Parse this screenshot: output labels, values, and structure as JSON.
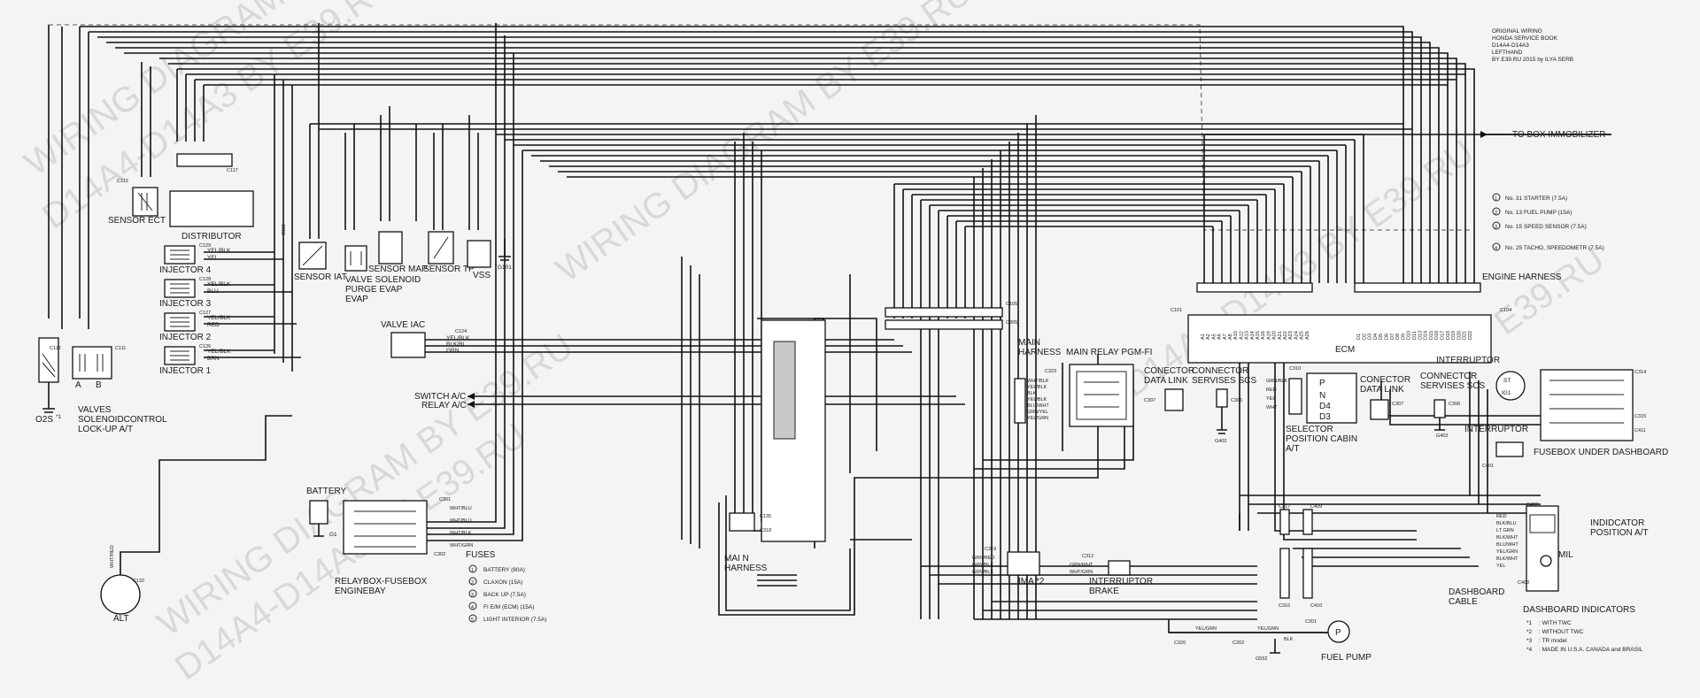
{
  "header": {
    "lines": [
      "ORIGINAL WIRING",
      "HONDA SERVICE BOOK",
      "D14A4-D14A3",
      "LEFTHAND",
      "BY E39.RU 2015 by ILYA SERB"
    ]
  },
  "watermarks": [
    "WIRING DIAGRAM BY E39.RU",
    "D14A4-D14A3 BY E39.RU",
    "WIRING DIAGRAM BY E39.RU",
    "D14A4-D14A3 BY E39.RU",
    "WIRING DIAGRAM BY E39.RU",
    "D14A4-D14A3 BY E39.RU",
    "E39.RU"
  ],
  "components": {
    "sensor_ect": "SENSOR ECT",
    "c113": "C113",
    "distributor": "DISTRIBUTOR",
    "c117": "C117",
    "injector4": "INJECTOR 4",
    "c129": "C129",
    "injector3": "INJECTOR 3",
    "c128": "C128",
    "injector2": "INJECTOR 2",
    "c127": "C127",
    "injector1": "INJECTOR 1",
    "c126": "C126",
    "c112": "C112",
    "c111": "C111",
    "o2s": "O2S",
    "o2s_note": "*1",
    "valves_1": "VALVES",
    "valves_2": "SOLENOIDCONTROL",
    "valves_3": "LOCK-UP A/T",
    "valve_a": "A",
    "valve_b": "B",
    "c110": "C110",
    "sensor_iat": "SENSOR IAT",
    "c125": "C125",
    "valve_purge_1": "VALVE SOLENOID",
    "valve_purge_2": "PURGE EVAP",
    "valve_purge_3": "EVAP",
    "c119": "C119",
    "sensor_map": "SENSOR MAP",
    "c122": "C122",
    "sensor_tp": "SENSOR TP",
    "c114": "C114",
    "vss": "VSS",
    "g101": "G101",
    "valve_iac": "VALVE IAC",
    "c124": "C124",
    "switch_ac": "SWITCH A/C",
    "relay_ac": "RELAY A/C",
    "battery": "BATTERY",
    "g1": "G1",
    "c301": "C301",
    "c302": "C302",
    "relaybox_1": "RELAYBOX-FUSEBOX",
    "relaybox_2": "ENGINEBAY",
    "fuses_title": "FUSES",
    "c132": "C132",
    "alt": "ALT",
    "c135": "C135",
    "c318": "C318",
    "main_harness_1": "MAI N",
    "main_harness_2": "HARNESS",
    "c105": "C105",
    "c305": "C305",
    "main_harness_top_1": "MAIN",
    "main_harness_top_2": "HARNESS",
    "main_relay": "MAIN RELAY PGM-FI",
    "c323": "C323",
    "connector_dl": "CONECTOR",
    "connector_dl_2": "DATA  LINK",
    "c307": "C307",
    "connector_scs": "CONNECTOR",
    "connector_scs_2": "SERVISES SCS",
    "c306": "C306",
    "g402": "G402",
    "c310": "C310",
    "selector_1": "SELECTOR",
    "selector_2": "POSITION CABIN",
    "selector_3": "A/T",
    "sel_p": "P",
    "sel_n": "N",
    "sel_d4": "D4",
    "sel_d3": "D3",
    "connector_dl2_1": "CONECTOR",
    "connector_dl2_2": "DATA LINK",
    "c307b": "C307",
    "connector_scs2_1": "CONNECTOR",
    "connector_scs2_2": "SERVISES SCS",
    "c306b": "C306",
    "g402b": "G402",
    "c101": "C101",
    "c104": "C104",
    "ecm": "ECM",
    "engine_harness": "ENGINE HARNESS",
    "interruptor_top": "INTERRUPTOR",
    "ecm_pins_a": [
      "A1",
      "A2",
      "A5",
      "A6",
      "A7",
      "A8",
      "A10",
      "A12",
      "A13",
      "A14",
      "A15",
      "A16",
      "A19",
      "A20",
      "A21",
      "A22",
      "A23",
      "A24",
      "A25",
      "A26"
    ],
    "ecm_pins_d": [
      "D1",
      "D2",
      "D3",
      "D4",
      "D5",
      "D6",
      "D7",
      "D8",
      "D9",
      "D10",
      "D11",
      "D13",
      "D14",
      "D15",
      "D16",
      "D17",
      "D18",
      "D19",
      "D20",
      "D21",
      "D22"
    ],
    "to_immobilizer": "TO BOX IMMOBILIZER",
    "fusebox_dash": "FUSEBOX UNDER DASHBOARD",
    "c314": "C314",
    "c315": "C315",
    "c411": "C411",
    "ignition_st": "ST",
    "ignition_ig": "IG1",
    "interruptor_mid": "INTERRUPTOR",
    "c401": "C401",
    "c317": "C317",
    "c409": "C409",
    "c316": "C316",
    "c410": "C410",
    "c402": "C402",
    "c403": "C403",
    "indicator_1": "INDIDCATOR",
    "indicator_2": "POSITION A/T",
    "mil": "MIL",
    "dashboard_cable_1": "DASHBOARD",
    "dashboard_cable_2": "CABLE",
    "dashboard_indicators": "DASHBOARD INDICATORS",
    "c319": "C319",
    "ima": "IMA *2",
    "c312": "C312",
    "interruptor_brake_1": "INTERRUPTOR",
    "interruptor_brake_2": "BRAKE",
    "c320": "C320",
    "c202": "C202",
    "c201": "C201",
    "g552": "G552",
    "fuel_pump": "FUEL PUMP",
    "fuel_p": "P"
  },
  "fuse_list": [
    {
      "num": "1",
      "text": "BATTERY (80A)"
    },
    {
      "num": "2",
      "text": "CLAXON (15A)"
    },
    {
      "num": "3",
      "text": "BACK UP (7.5A)"
    },
    {
      "num": "4",
      "text": "FI E/M (ECM) (15A)"
    },
    {
      "num": "5",
      "text": "LIGHT INTERIOR (7.5A)"
    }
  ],
  "dash_fuses": [
    {
      "num": "1",
      "text": "No. 31  STARTER (7.5A)"
    },
    {
      "num": "2",
      "text": "No. 13  FUEL PUMP (15A)"
    },
    {
      "num": "3",
      "text": "No. 15  SPEED SENSOR (7.5A)"
    },
    {
      "num": "4",
      "text": "No. 25  TACHO, SPEEDOMETR (7.5A)"
    }
  ],
  "notes": [
    {
      "mark": "*1",
      "text": ": WITH TWC"
    },
    {
      "mark": "*2",
      "text": ": WITHOUT TWC"
    },
    {
      "mark": "*3",
      "text": ": TR model"
    },
    {
      "mark": "*4",
      "text": ": MADE IN U.S.A. CANADA and BRASIL"
    }
  ],
  "wire_colors": {
    "inj": [
      "YEL/BLK",
      "YEL",
      "YEL/BLK",
      "BLU",
      "YEL/BLK",
      "RED",
      "YEL/BLK",
      "BRN"
    ],
    "iac": [
      "YEL/BLK",
      "BLK/BL",
      "GRN"
    ],
    "battery": [
      "WHT/BLU",
      "WHT/BLU",
      "WHT/BLK",
      "WHT/GRN"
    ],
    "relay": [
      "WHT/BLK",
      "YEL/BLK",
      "BLK",
      "YEL/BLK",
      "BLU/WHT",
      "GRN/YEL",
      "YEL/GRN"
    ],
    "selector": [
      "GRN/BLK",
      "RED",
      "YEL",
      "WHT"
    ],
    "alt": [
      "WHT/RED"
    ],
    "fuel": [
      "YEL/GRN",
      "YEL/GRN",
      "BLK"
    ],
    "ima": [
      "GRN/RED",
      "GRN/BLK",
      "GRN/BLK"
    ],
    "brake": [
      "GRN/WHT",
      "WHT/GRN"
    ],
    "dash": [
      "RED",
      "BLK/BLU",
      "LT GRN",
      "BLK/WHT",
      "BLU/WHT",
      "YEL/GRN",
      "BLK/WHT",
      "YEL"
    ]
  }
}
